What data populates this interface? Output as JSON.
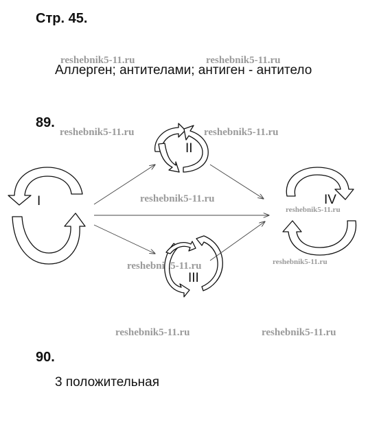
{
  "page_heading": "Стр. 45.",
  "answer_text": "Аллерген; антителами; антиген - антитело",
  "task_89_number": "89.",
  "task_90_number": "90.",
  "task_90_answer": "3 положительная",
  "diagram": {
    "label_1": "I",
    "label_2": "II",
    "label_3": "III",
    "label_4": "IV"
  },
  "watermark": "reshebnik5-11.ru",
  "colors": {
    "ink": "#111111",
    "watermark": "#9a9a9a"
  }
}
